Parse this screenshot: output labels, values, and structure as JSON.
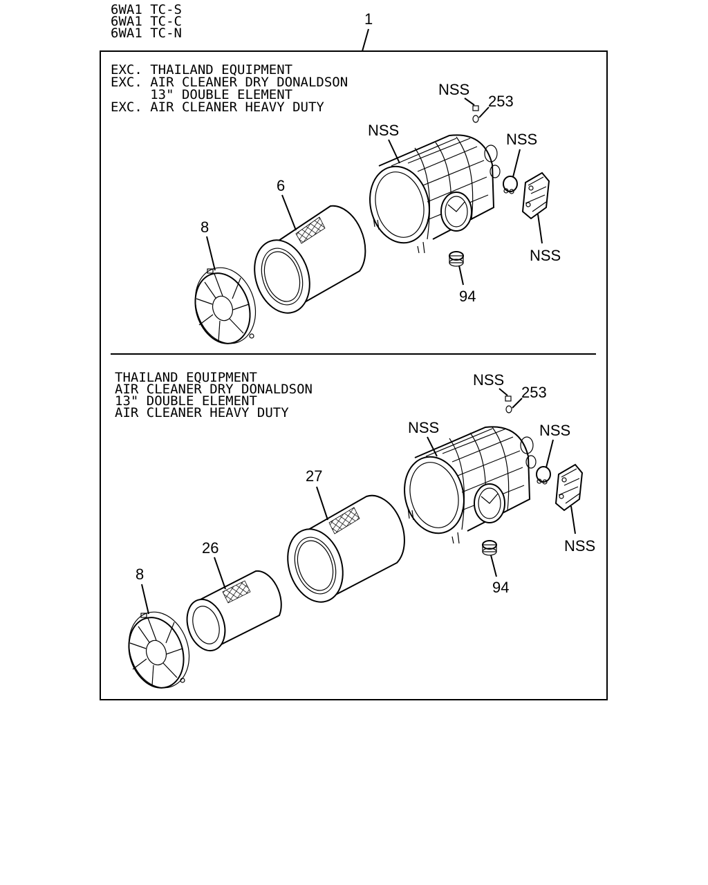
{
  "header": {
    "models": [
      "6WA1 TC-S",
      "6WA1 TC-C",
      "6WA1 TC-N"
    ],
    "assembly_ref": "1"
  },
  "panels": [
    {
      "caption": [
        "EXC. THAILAND EQUIPMENT",
        "EXC. AIR CLEANER DRY DONALDSON",
        "     13\" DOUBLE ELEMENT",
        "EXC. AIR CLEANER HEAVY DUTY"
      ],
      "callouts": {
        "cover": "8",
        "outer_element": "6",
        "housing": "NSS",
        "nut": "NSS",
        "fitting": "253",
        "clamp": "NSS",
        "bracket": "NSS",
        "indicator": "94"
      }
    },
    {
      "caption": [
        "THAILAND EQUIPMENT",
        "AIR CLEANER DRY DONALDSON",
        "13\" DOUBLE ELEMENT",
        "AIR CLEANER HEAVY DUTY"
      ],
      "callouts": {
        "cover": "8",
        "inner_element": "26",
        "outer_element": "27",
        "housing": "NSS",
        "nut": "NSS",
        "fitting": "253",
        "clamp": "NSS",
        "bracket": "NSS",
        "indicator": "94"
      }
    }
  ]
}
